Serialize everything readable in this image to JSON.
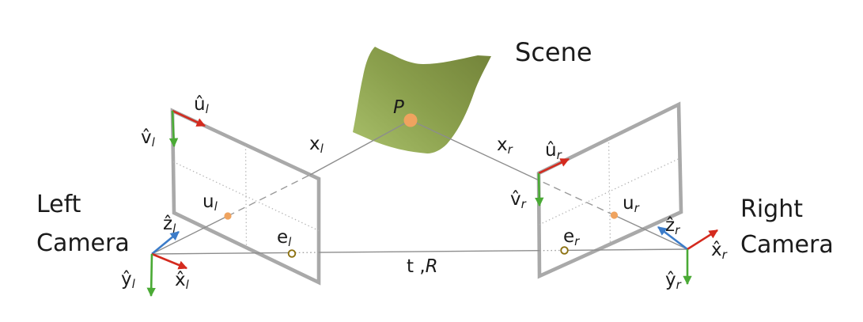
{
  "figure": {
    "description": "Stereo camera epipolar geometry diagram",
    "scene_label": "Scene",
    "left_camera": [
      "Left",
      "Camera"
    ],
    "right_camera": [
      "Right",
      "Camera"
    ]
  },
  "labels": {
    "point_P": "P",
    "baseline_t": "t ,",
    "baseline_R": "R",
    "x_l": {
      "main": "x",
      "sub": "l"
    },
    "x_r": {
      "main": "x",
      "sub": "r"
    },
    "u_l": {
      "main": "u",
      "sub": "l"
    },
    "u_r": {
      "main": "u",
      "sub": "r"
    },
    "e_l": {
      "main": "e",
      "sub": "l"
    },
    "e_r": {
      "main": "e",
      "sub": "r"
    },
    "u_hat_l": {
      "main": "û",
      "sub": "l"
    },
    "v_hat_l": {
      "main": "v̂",
      "sub": "l"
    },
    "u_hat_r": {
      "main": "û",
      "sub": "r"
    },
    "v_hat_r": {
      "main": "v̂",
      "sub": "r"
    },
    "z_hat_l": {
      "main": "ẑ",
      "sub": "l"
    },
    "x_hat_l": {
      "main": "x̂",
      "sub": "l"
    },
    "y_hat_l": {
      "main": "ŷ",
      "sub": "l"
    },
    "z_hat_r": {
      "main": "ẑ",
      "sub": "r"
    },
    "x_hat_r": {
      "main": "x̂",
      "sub": "r"
    },
    "y_hat_r": {
      "main": "ŷ",
      "sub": "r"
    }
  },
  "colors": {
    "red_arrow": "#d42a1e",
    "green_arrow": "#4aaa35",
    "blue_arrow": "#3c7cc9",
    "plane_gray": "#a9a9a9",
    "line_gray": "#8d8d8d",
    "dotted_gray": "#b5b5b5",
    "scene_dark": "#76873c",
    "scene_mid": "#8ba04d",
    "scene_light": "#a6bd68",
    "point_orange": "#efa35f",
    "epipole_gold": "#8c7110",
    "text_dark": "#1b1b1b",
    "background": "#ffffff"
  }
}
